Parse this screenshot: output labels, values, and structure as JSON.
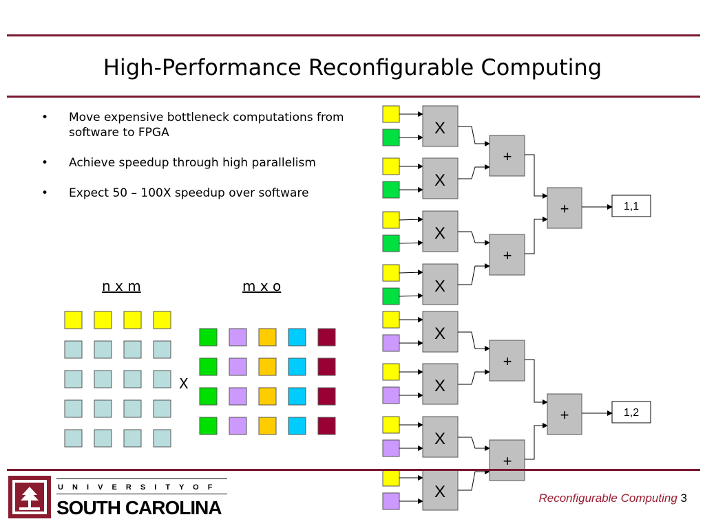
{
  "slide": {
    "title": "High-Performance Reconfigurable Computing",
    "bullets": [
      "Move expensive bottleneck computations from software to FPGA",
      "Achieve speedup through high parallelism",
      "Expect 50 – 100X speedup over software"
    ],
    "bullet_glyph": "•"
  },
  "matrices": {
    "a_label": "n x m",
    "b_label": "m x o",
    "operator": "X",
    "a_colors": {
      "header": "#ffff00",
      "body": "#b9dcdc"
    },
    "b_colors": [
      "#00e000",
      "#cc99ff",
      "#ffcc00",
      "#00ccff",
      "#990033"
    ]
  },
  "circuit": {
    "mult_label": "X",
    "add_label": "+",
    "outputs": [
      "1,1",
      "1,2"
    ],
    "input_colors": {
      "yellow": "#ffff00",
      "green": "#00e040",
      "purple": "#cc99ff"
    },
    "box_fill": "#c0c0c0"
  },
  "footer": {
    "course": "Reconfigurable Computing",
    "page": "3",
    "logo_top": "U N I V E R S I T Y   O F",
    "logo_bottom": "SOUTH CAROLINA"
  },
  "colors": {
    "accent": "#7a1830"
  }
}
